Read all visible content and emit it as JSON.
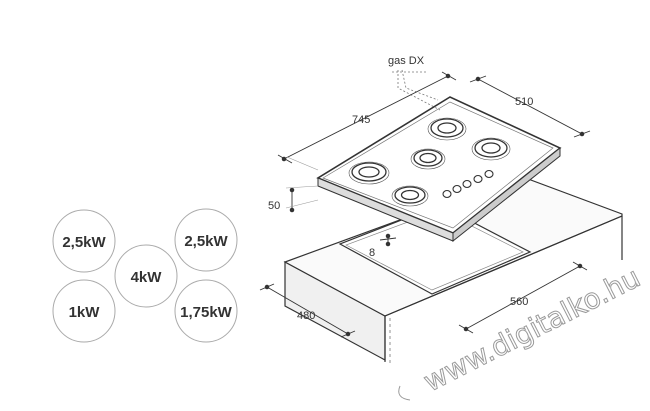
{
  "diagram": {
    "gas_label": "gas DX",
    "dimensions": {
      "width_total": "745",
      "depth_total": "510",
      "height": "50",
      "offset": "8",
      "cutout_depth": "480",
      "cutout_width": "560"
    },
    "burners": [
      {
        "label": "2,5kW"
      },
      {
        "label": "2,5kW"
      },
      {
        "label": "4kW"
      },
      {
        "label": "1kW"
      },
      {
        "label": "1,75kW"
      }
    ],
    "watermark": "www.digitalko.hu",
    "colors": {
      "line": "#333333",
      "counter": "#f2f2f2",
      "light_line": "#999999"
    }
  }
}
